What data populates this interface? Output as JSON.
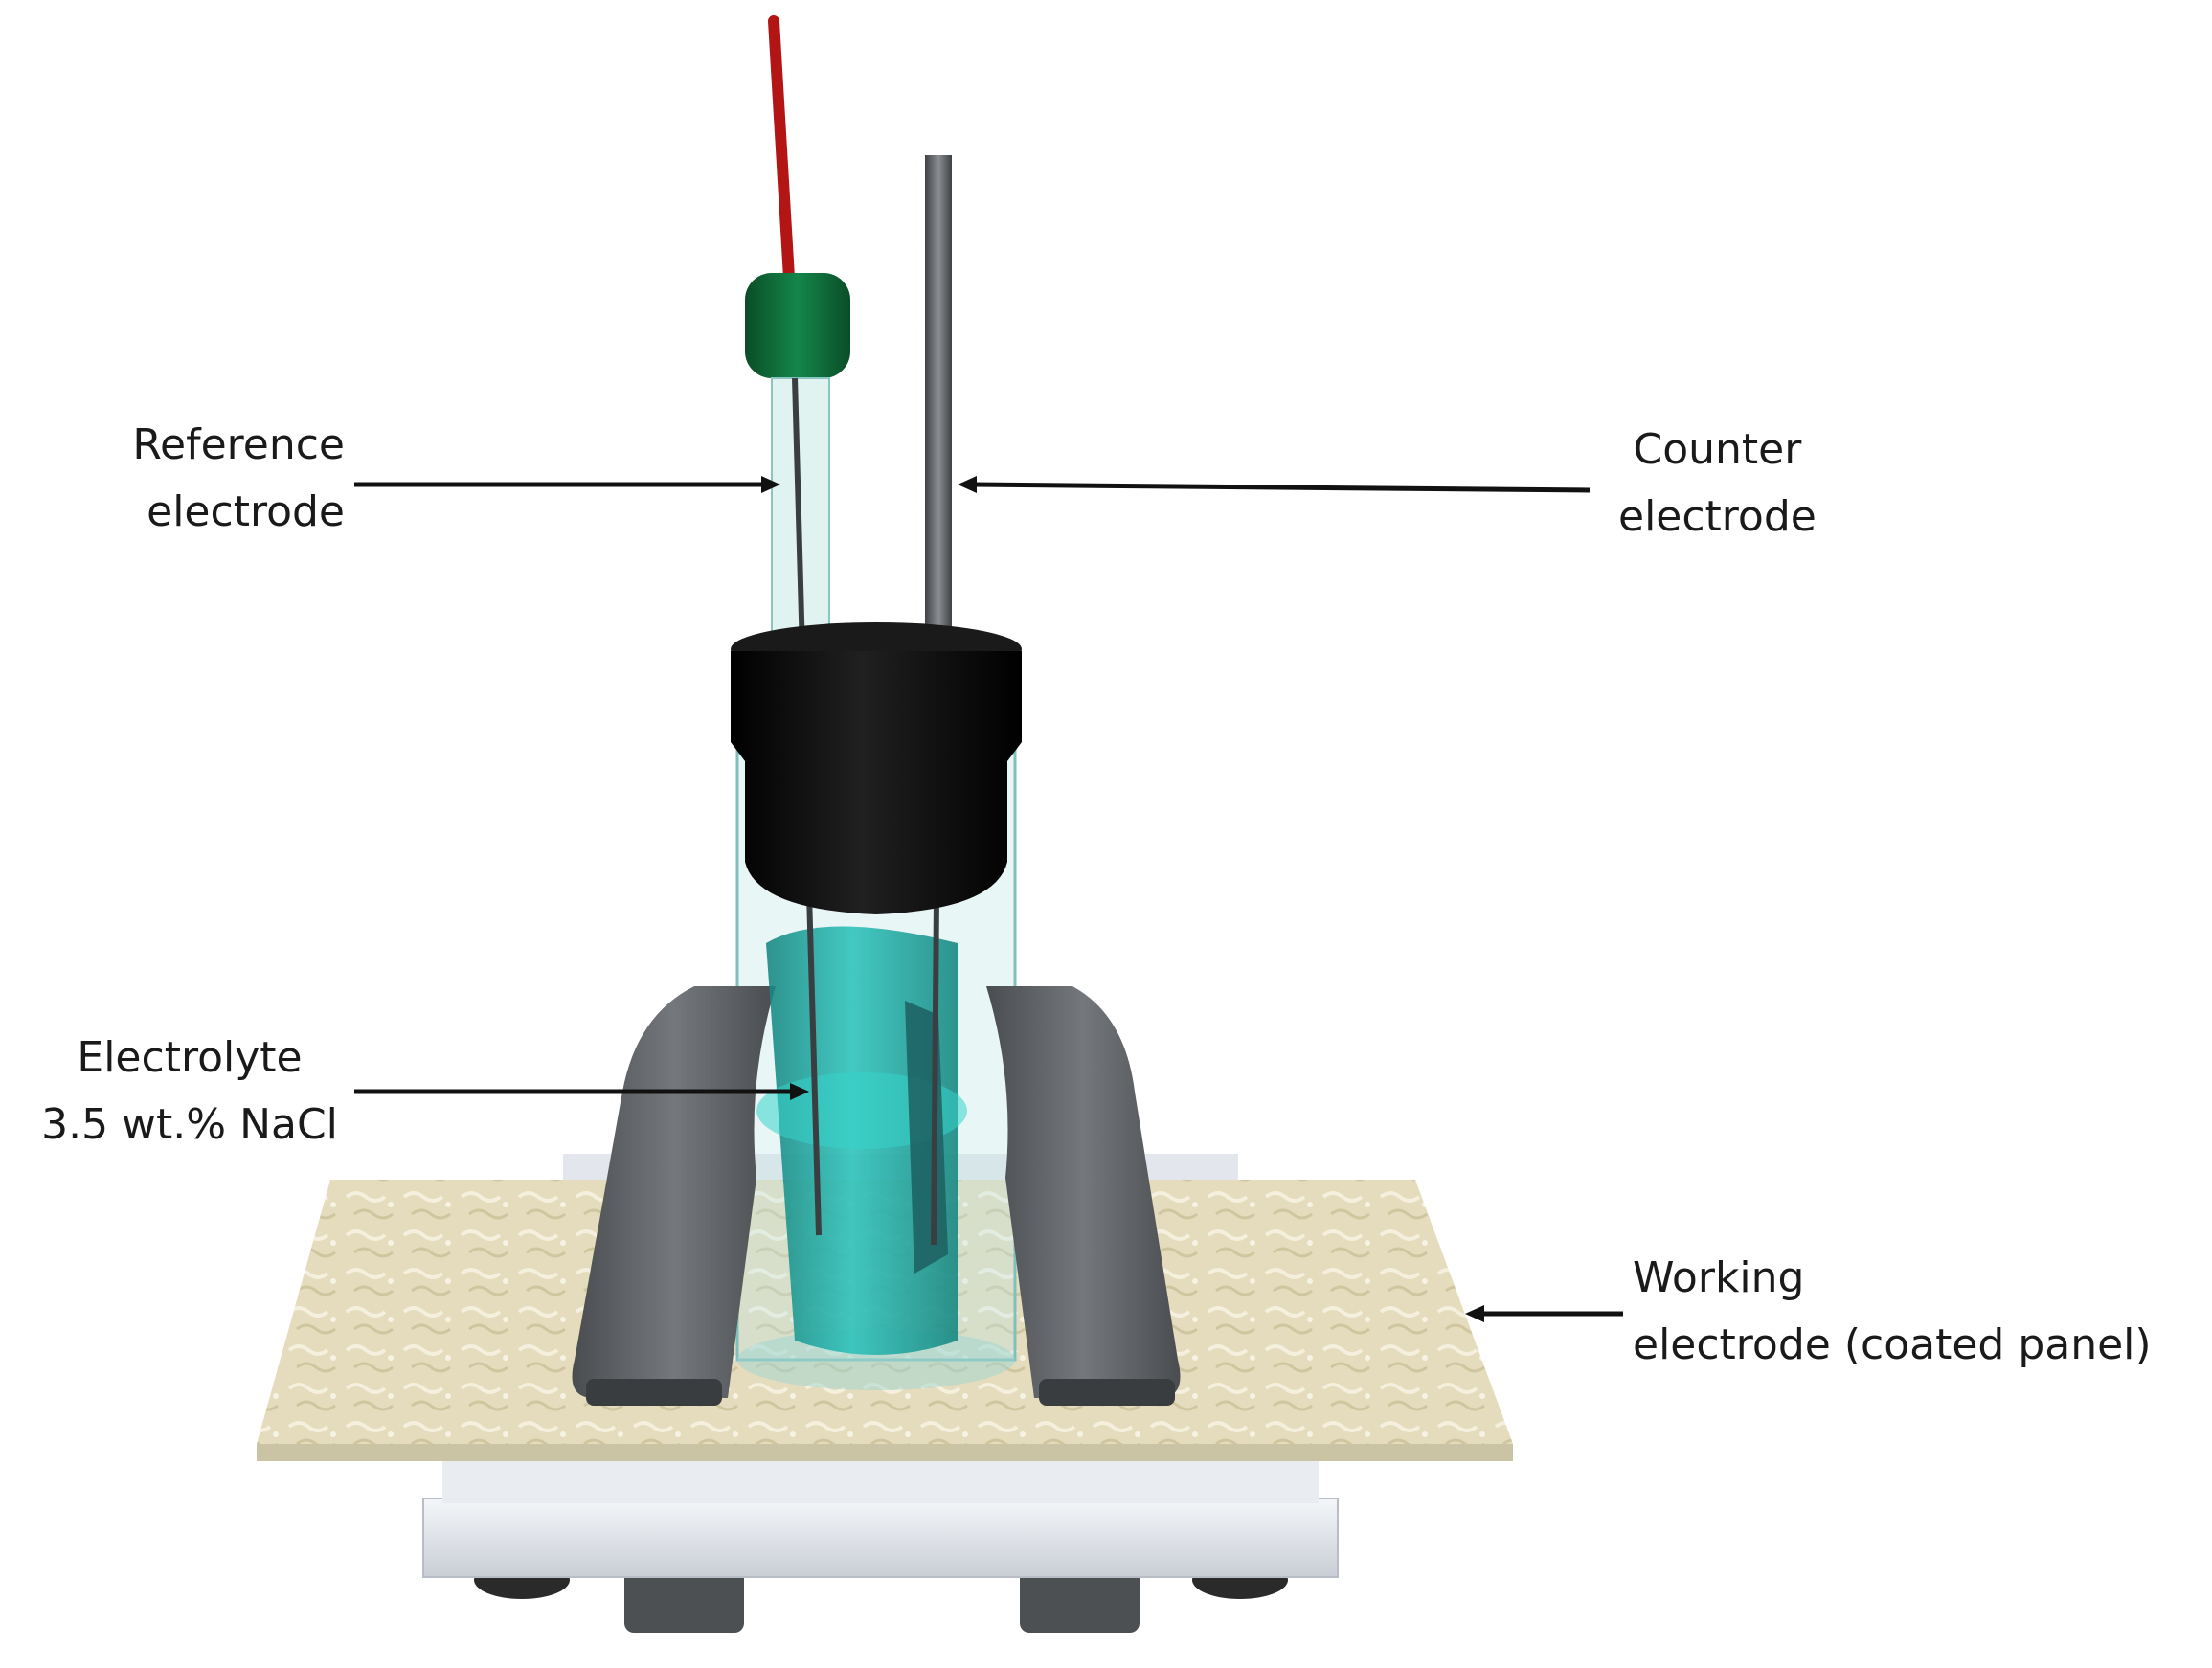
{
  "labels": {
    "reference": {
      "line1": "Reference",
      "line2": "electrode"
    },
    "counter": {
      "line1": "Counter",
      "line2": "electrode"
    },
    "electrolyte": {
      "line1": "Electrolyte",
      "line2": "3.5 wt.% NaCl"
    },
    "working": {
      "line1": "Working",
      "line2": "electrode (coated panel)"
    }
  },
  "colors": {
    "red_wire": "#b31515",
    "green_cap": "#0e6a35",
    "black_cap": "#0a0a0a",
    "electrolyte": "#1fa8a3",
    "clamp": "#5d6063",
    "panel": "#e4dcbc",
    "base": "#dfe3ea",
    "arrow": "#111111"
  }
}
